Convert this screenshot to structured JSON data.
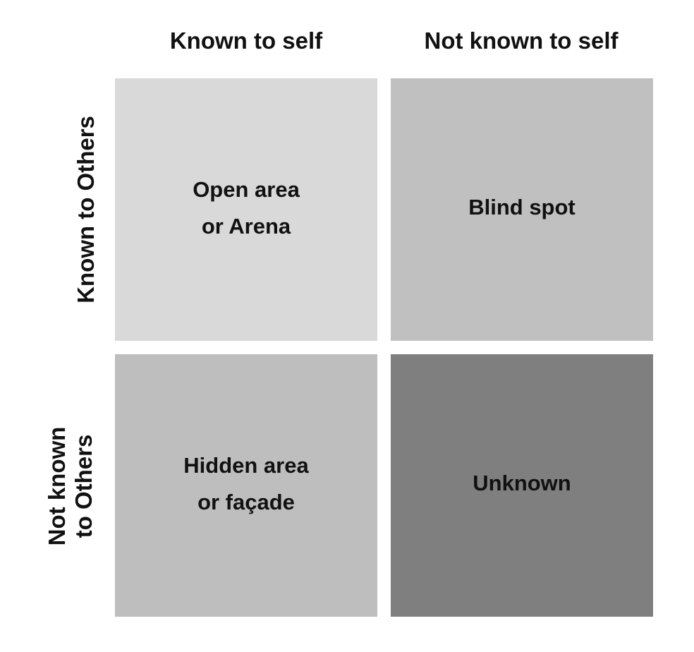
{
  "columns": [
    "Known to self",
    "Not known to self"
  ],
  "rows": [
    "Known to Others",
    "Not known\nto Others"
  ],
  "quadrants": [
    {
      "label": "Open area\nor Arena",
      "color": "#d9d9d9"
    },
    {
      "label": "Blind spot",
      "color": "#c0c0c0"
    },
    {
      "label": "Hidden area\nor façade",
      "color": "#bebebe"
    },
    {
      "label": "Unknown",
      "color": "#7f7f7f"
    }
  ]
}
